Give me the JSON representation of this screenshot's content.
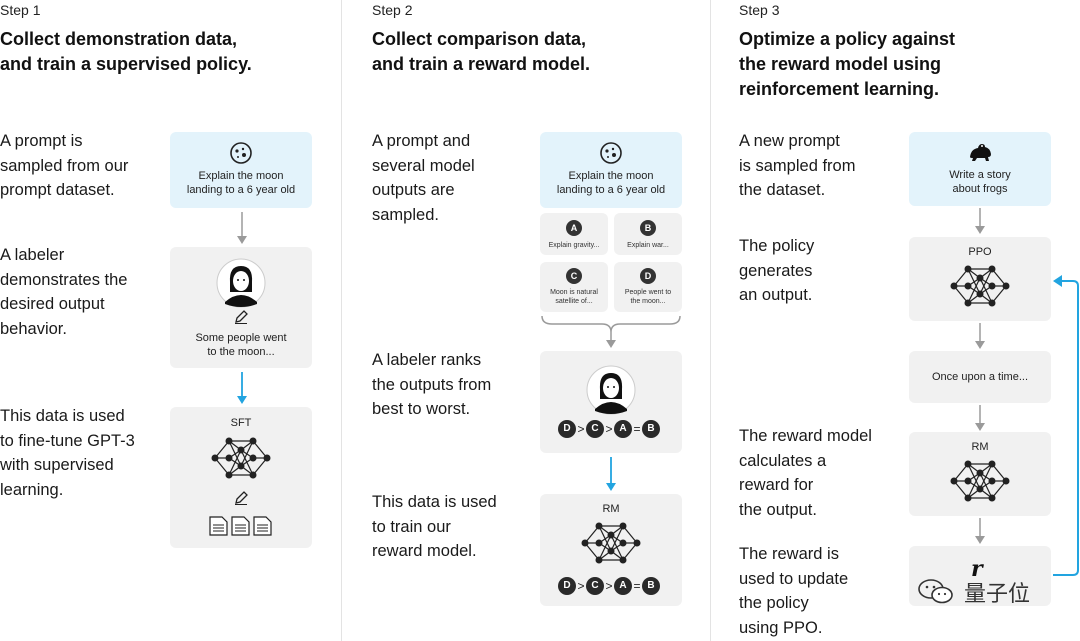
{
  "step1": {
    "step": "Step 1",
    "heading_line1": "Collect demonstration data,",
    "heading_line2": "and train a supervised policy.",
    "desc1": [
      "A prompt is",
      "sampled from our",
      "prompt dataset."
    ],
    "desc2": [
      "A labeler",
      "demonstrates the",
      "desired output",
      "behavior."
    ],
    "desc3": [
      "This data is used",
      "to fine-tune GPT-3",
      "with supervised",
      "learning."
    ],
    "prompt_line1": "Explain the moon",
    "prompt_line2": "landing to a 6 year old",
    "output_line1": "Some people went",
    "output_line2": "to the moon...",
    "model_label": "SFT"
  },
  "step2": {
    "step": "Step 2",
    "heading_line1": "Collect comparison data,",
    "heading_line2": "and train a reward model.",
    "desc1": [
      "A prompt and",
      "several model",
      "outputs are",
      "sampled."
    ],
    "desc2": [
      "A labeler ranks",
      "the outputs from",
      "best to worst."
    ],
    "desc3": [
      "This data is used",
      "to train our",
      "reward model."
    ],
    "prompt_line1": "Explain the moon",
    "prompt_line2": "landing to a 6 year old",
    "outputs": [
      {
        "letter": "A",
        "text1": "Explain gravity...",
        "text2": ""
      },
      {
        "letter": "B",
        "text1": "Explain war...",
        "text2": ""
      },
      {
        "letter": "C",
        "text1": "Moon is natural",
        "text2": "satellite of..."
      },
      {
        "letter": "D",
        "text1": "People went to",
        "text2": "the moon..."
      }
    ],
    "ranking": [
      "D",
      ">",
      "C",
      ">",
      "A",
      "=",
      "B"
    ],
    "model_label": "RM"
  },
  "step3": {
    "step": "Step 3",
    "heading_line1": "Optimize a policy against",
    "heading_line2": "the reward model using",
    "heading_line3": "reinforcement learning.",
    "desc1": [
      "A new prompt",
      "is sampled from",
      "the dataset."
    ],
    "desc2": [
      "The policy",
      "generates",
      "an output."
    ],
    "desc3": [
      "The reward model",
      "calculates a",
      "reward for",
      "the output."
    ],
    "desc4": [
      "The reward is",
      "used to update",
      "the policy",
      "using PPO."
    ],
    "prompt_line1": "Write a story",
    "prompt_line2": "about frogs",
    "policy_label": "PPO",
    "output_text": "Once upon a time...",
    "rm_label": "RM",
    "reward_symbol": "r"
  },
  "watermark": "量子位",
  "colors": {
    "accent_blue": "#22a4e0",
    "prompt_bg": "#e3f3fb",
    "box_bg": "#f1f1f1",
    "arrow_gray": "#9a9a9a"
  }
}
